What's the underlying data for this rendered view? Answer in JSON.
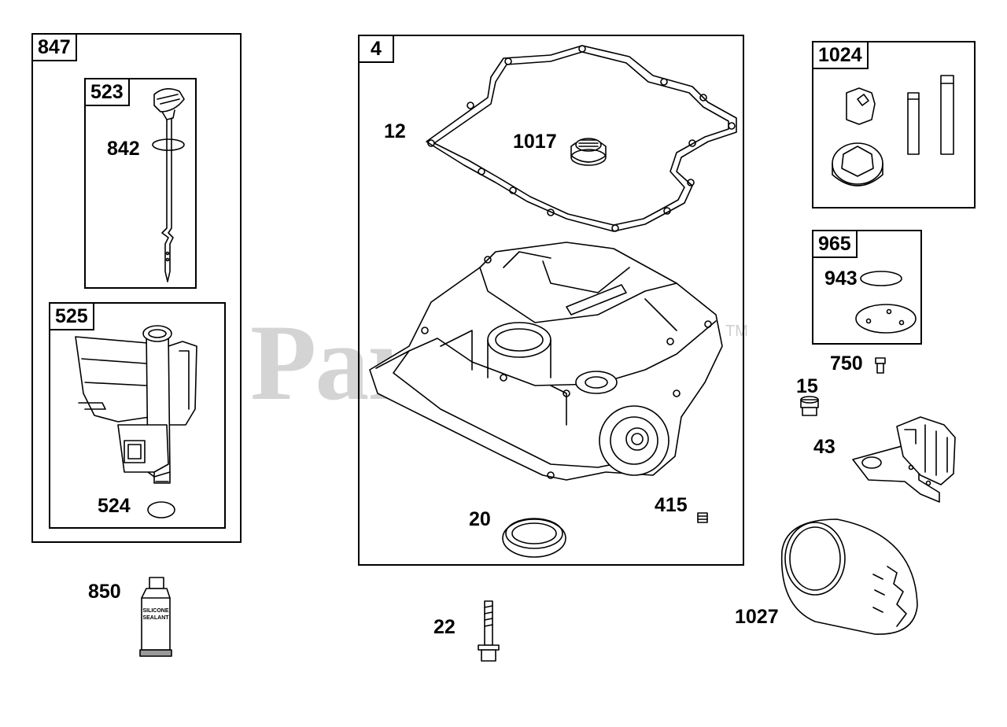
{
  "watermark": {
    "text": "PartsTree",
    "trademark": "TM"
  },
  "kits": {
    "k847": "847",
    "k523": "523",
    "k525": "525",
    "k4": "4",
    "k1024": "1024",
    "k965": "965"
  },
  "callouts": {
    "c842": "842",
    "c524": "524",
    "c850": "850",
    "c12": "12",
    "c1017": "1017",
    "c20": "20",
    "c415": "415",
    "c22": "22",
    "c943": "943",
    "c750": "750",
    "c15": "15",
    "c43": "43",
    "c1027": "1027"
  },
  "tube_label": {
    "line1": "SILICONE",
    "line2": "SEALANT"
  }
}
